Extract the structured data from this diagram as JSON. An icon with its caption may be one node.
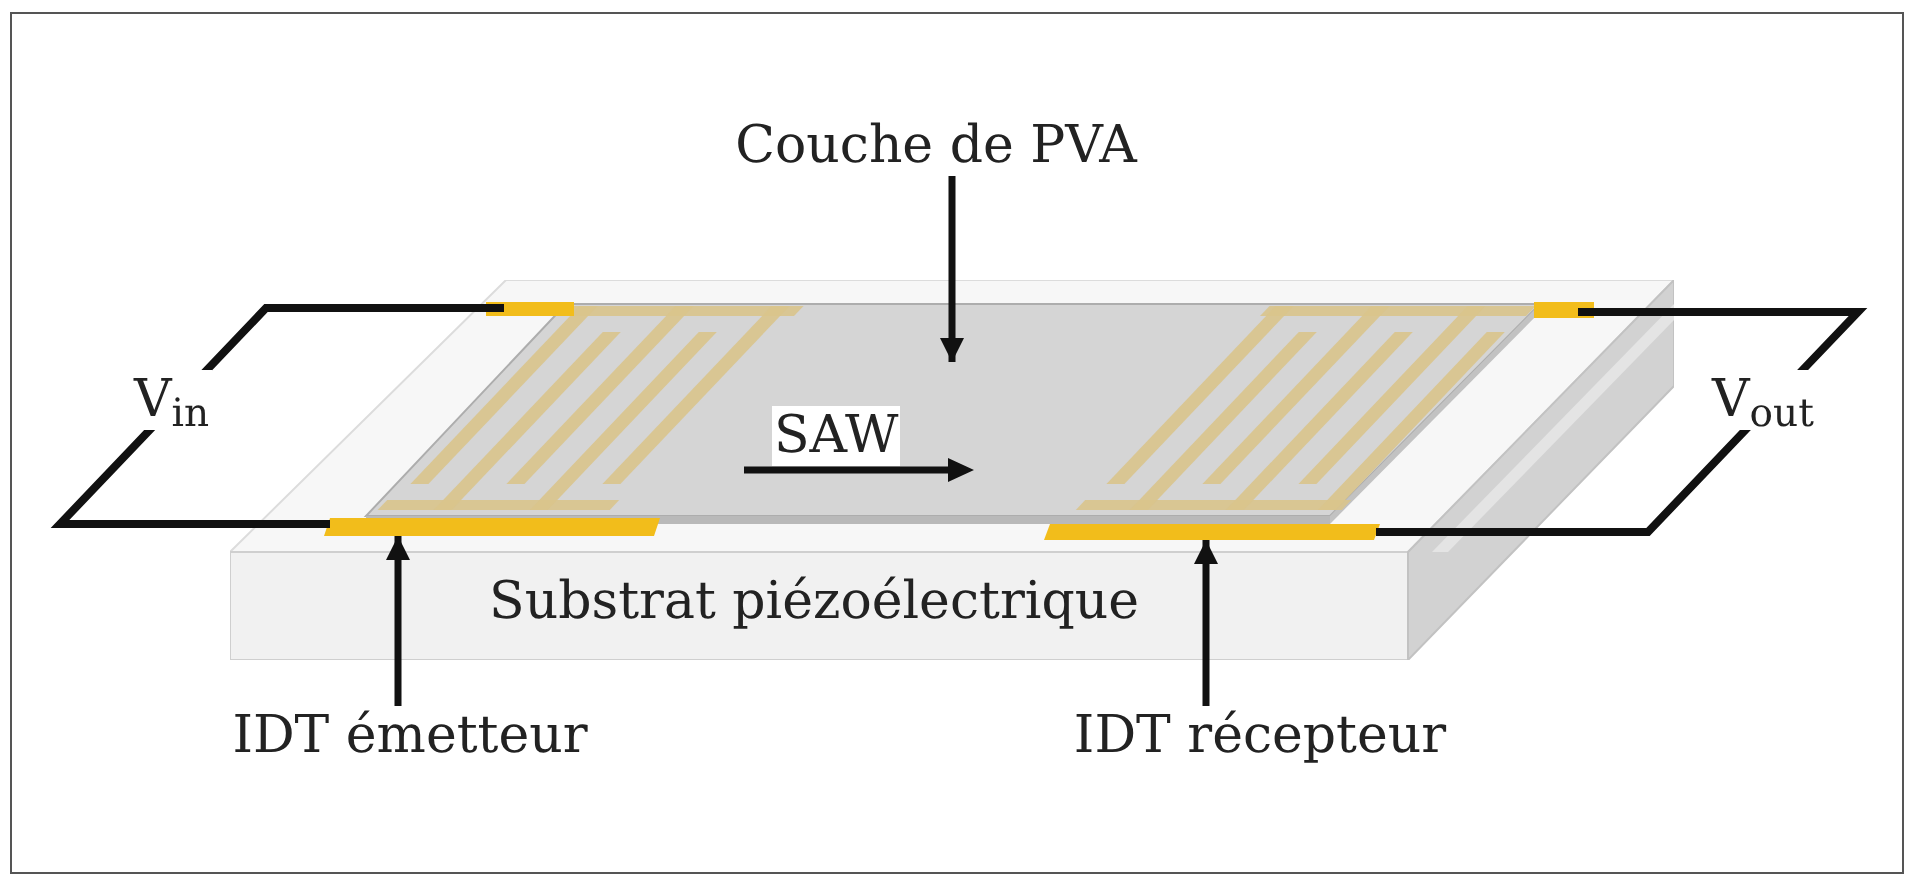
{
  "diagram": {
    "nodes": [
      {
        "text": [
          "Couche de PVA"
        ]
      },
      {
        "text": [
          "Substrat piézoélectrique"
        ]
      },
      {
        "text": [],
        "shape": "box",
        "in": 1
      },
      {
        "text": [],
        "shape": "picture",
        "in": 1
      },
      {
        "text": [],
        "shape": "picture",
        "in": 1
      },
      {
        "text": [
          "IDT émetteur"
        ]
      },
      {
        "text": [
          "IDT récepteur"
        ]
      }
    ],
    "edges": [
      {
        "from": 0,
        "to": 2,
        "arrow": "to"
      },
      {
        "from": 5,
        "to": 3,
        "arrow": "to"
      },
      {
        "from": 6,
        "to": 4,
        "arrow": "to"
      }
    ],
    "labels": [
      "V$_{in}$",
      "SAW",
      "V$_{out}$"
    ]
  }
}
